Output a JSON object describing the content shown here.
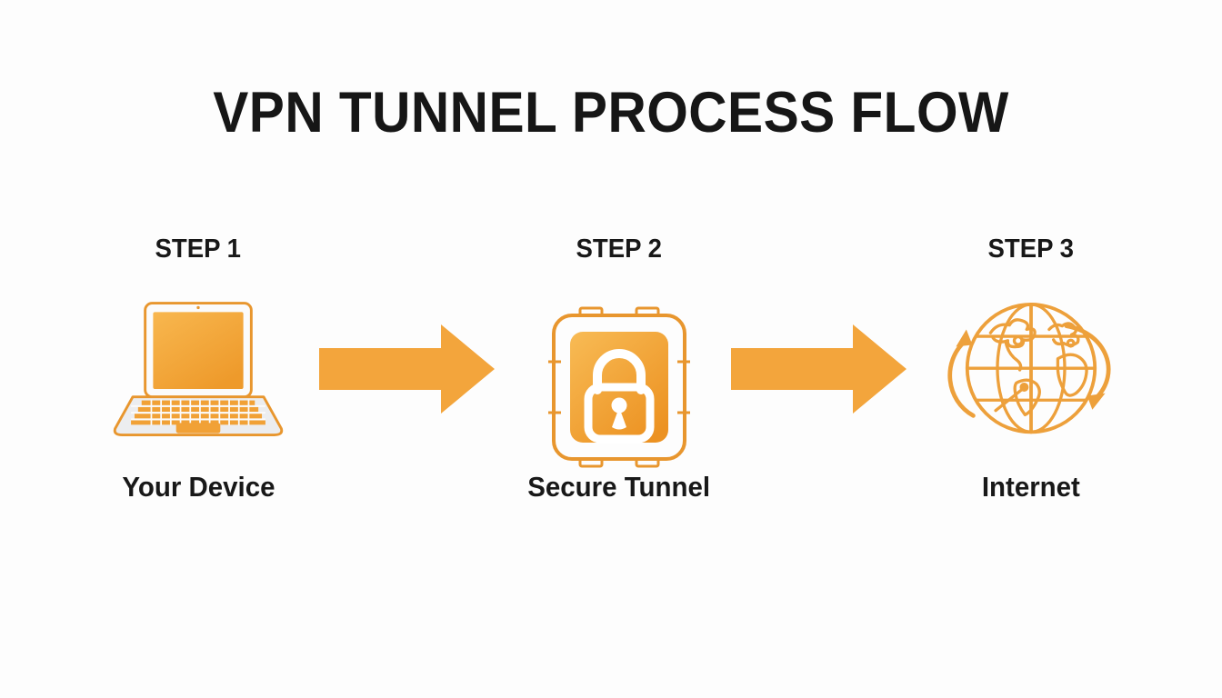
{
  "title": "VPN TUNNEL PROCESS FLOW",
  "colors": {
    "accent": "#F2A239",
    "accent_light": "#F8BB55",
    "accent_deep": "#EC9222",
    "outline": "#E8962E",
    "text": "#1A1A1A",
    "background": "#FDFDFD"
  },
  "steps": [
    {
      "step_label": "STEP 1",
      "name": "Your Device",
      "icon": "laptop-icon"
    },
    {
      "step_label": "STEP 2",
      "name": "Secure Tunnel",
      "icon": "vault-lock-icon"
    },
    {
      "step_label": "STEP 3",
      "name": "Internet",
      "icon": "globe-icon"
    }
  ],
  "flow": {
    "direction": "left-to-right",
    "arrow_count": 2
  }
}
